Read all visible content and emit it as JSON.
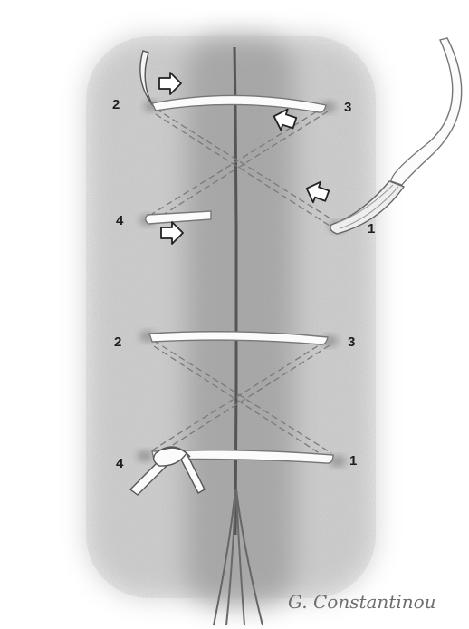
{
  "labels": {
    "upper_2": "2",
    "upper_3": "3",
    "upper_4": "4",
    "upper_1": "1",
    "lower_2": "2",
    "lower_3": "3",
    "lower_4": "4",
    "lower_1": "1"
  },
  "signature": "G. Constantinou",
  "colors": {
    "paper": "#ffffff",
    "shading": "#8f8f8f",
    "midline": "#5a5a5a",
    "suture_fill": "#fbfbfb",
    "suture_outline": "#777777"
  }
}
